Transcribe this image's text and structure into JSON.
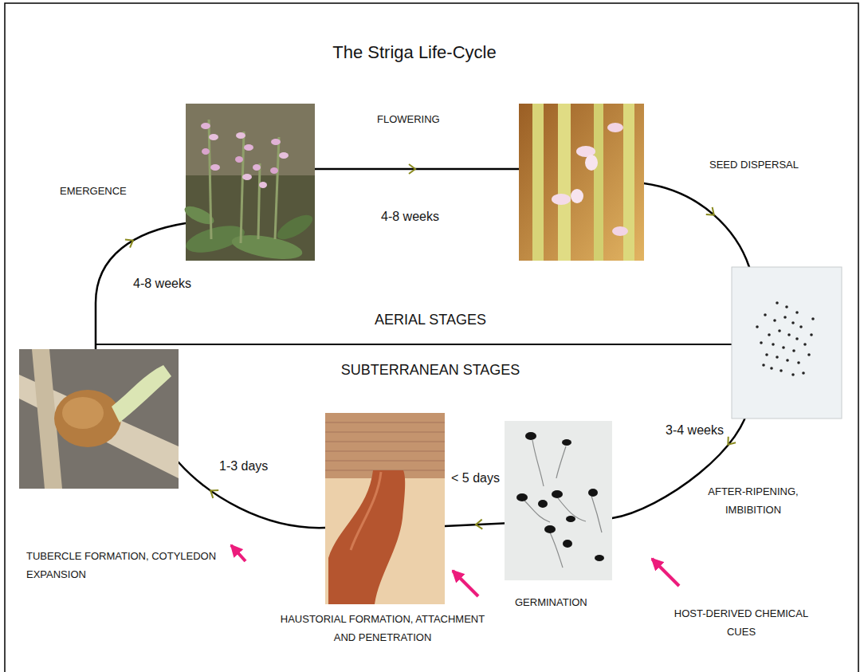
{
  "diagram": {
    "title": "The Striga Life-Cycle",
    "labels": [
      "FLOWERING",
      "4-8 weeks",
      "EMERGENCE",
      "4-8 weeks",
      "SEED DISPERSAL",
      "AERIAL STAGES",
      "SUBTERRANEAN STAGES",
      "3-4 weeks",
      "AFTER-RIPENING, IMBIBITION",
      "< 5 days",
      "1-3 days",
      "TUBERCLE FORMATION, COTYLEDON EXPANSION",
      "HAUSTORIAL FORMATION, ATTACHMENT AND PENETRATION",
      "GERMINATION",
      "HOST-DERIVED CHEMICAL CUES"
    ]
  }
}
